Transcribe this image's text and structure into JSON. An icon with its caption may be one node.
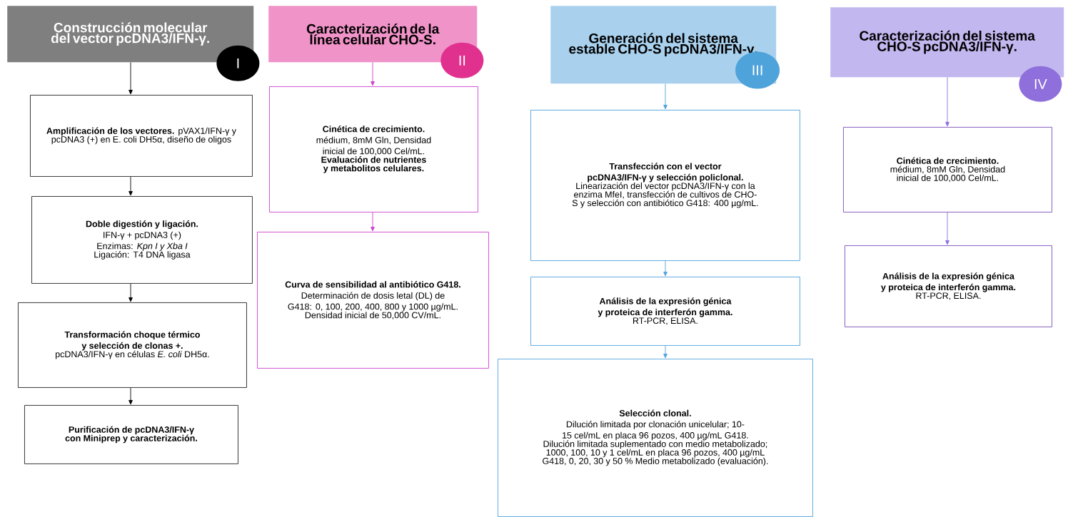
{
  "diagram": {
    "nodes": [
      {
        "text": [
          "Construcción molecular del vector pcDNA3/IFN-γ."
        ]
      },
      {
        "text": [
          "I"
        ]
      },
      {
        "text": [
          "**Amplificación de los vectores.** pVAX1/IFN-γ y pcDNA3 (+) en E. coli DH5α, diseño de oligos"
        ]
      },
      {
        "text": [
          "Doble digestión y ligación.",
          "IFN-γ + pcDNA3 (+)",
          "Enzimas:  *Kpn I y Xba I*",
          "Ligación: T4 DNA ligasa"
        ]
      },
      {
        "text": [
          "Transformación choque térmico y selección de clonas +.",
          "pcDNA3/IFN-γ en células *E. coli* DH5α."
        ]
      },
      {
        "text": [
          "Purificación de pcDNA3/IFN-γ con Miniprep y caracterización."
        ]
      },
      {
        "text": [
          "Caracterización de la línea celular CHO-S."
        ]
      },
      {
        "text": [
          "II"
        ]
      },
      {
        "text": [
          "Cinética de crecimiento.",
          "médium, 8mM Gln, Densidad inicial de 100,000 Cel/mL.",
          "Evaluación de nutrientes y metabolitos celulares."
        ]
      },
      {
        "text": [
          "Curva de sensibilidad al antibiótico G418.",
          "Determinación de dosis letal (DL) de G418: 0, 100, 200, 400, 800 y 1000 µg/mL.",
          "Densidad inicial de 50,000 CV/mL."
        ]
      },
      {
        "text": [
          "Generación del sistema estable CHO-S pcDNA3/IFN-γ."
        ]
      },
      {
        "text": [
          "III"
        ]
      },
      {
        "text": [
          "Transfección con el vector pcDNA3/IFN-γ y selección policlonal.",
          "Linearización del vector pcDNA3/IFN-γ con la enzima MfeI, transfección de cultivos de CHO-S y selección con antibiótico G418: 400 µg/mL."
        ]
      },
      {
        "text": [
          "Análisis de la expresión génica y proteica de interferón gamma.",
          "RT-PCR, ELISA."
        ]
      },
      {
        "text": [
          "Selección clonal.",
          "Dilución limitada por clonación unicelular; 10-15 cel/mL en placa 96 pozos, 400 µg/mL G418.",
          "Dilución limitada suplementado con medio metabolizado; 1000, 100, 10 y 1 cel/mL en placa 96 pozos, 400 µg/mL G418, 0, 20, 30 y 50 % Medio metabolizado (evaluación)."
        ]
      },
      {
        "text": [
          "Caracterización del sistema CHO-S pcDNA3/IFN-γ."
        ]
      },
      {
        "text": [
          "IV"
        ]
      },
      {
        "text": [
          "Cinética de crecimiento.",
          "médium, 8mM Gln, Densidad inicial de 100,000 Cel/mL."
        ]
      },
      {
        "text": [
          "Análisis de la expresión génica y proteica de interferón gamma.",
          "RT-PCR, ELISA."
        ]
      }
    ],
    "edges": [
      {
        "from": 0,
        "to": 2,
        "arrow": "to"
      },
      {
        "from": 2,
        "to": 3,
        "arrow": "to"
      },
      {
        "from": 3,
        "to": 4,
        "arrow": "to"
      },
      {
        "from": 4,
        "to": 5,
        "arrow": "to"
      },
      {
        "from": 6,
        "to": 8,
        "arrow": "to",
        "color": "#cc44cc"
      },
      {
        "from": 8,
        "to": 9,
        "arrow": "to",
        "color": "#cc44cc"
      },
      {
        "from": 10,
        "to": 12,
        "arrow": "to",
        "color": "#4fa3db"
      },
      {
        "from": 12,
        "to": 13,
        "arrow": "to",
        "color": "#4fa3db"
      },
      {
        "from": 13,
        "to": 14,
        "arrow": "to",
        "color": "#4fa3db"
      },
      {
        "from": 15,
        "to": 17,
        "arrow": "to",
        "color": "#8e6fdb"
      },
      {
        "from": 17,
        "to": 18,
        "arrow": "to",
        "color": "#8e6fdb"
      }
    ]
  }
}
